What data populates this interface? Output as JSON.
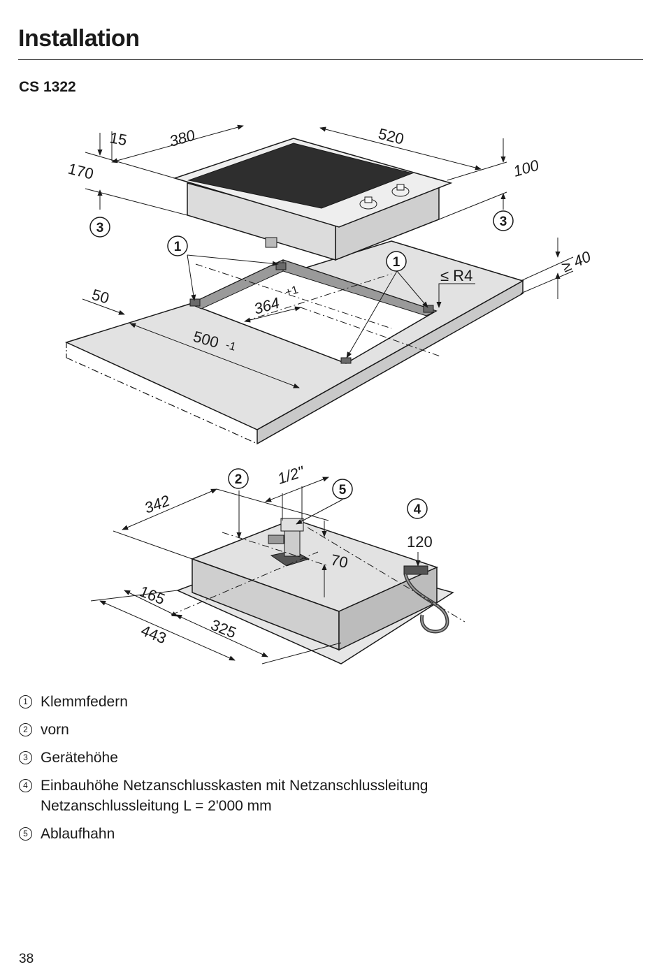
{
  "header": {
    "title": "Installation",
    "model": "CS 1322"
  },
  "figure_top": {
    "dims": {
      "d380": "380",
      "d520": "520",
      "d15": "15",
      "d170": "170",
      "d100": "100",
      "d50": "50",
      "d364": "364",
      "d500": "500",
      "d40": "≥ 40",
      "r4": "≤ R4",
      "tol": "+1",
      "tol2": "-1"
    },
    "callouts": {
      "c1": "1",
      "c3": "3"
    }
  },
  "figure_bottom": {
    "dims": {
      "d342": "342",
      "d12": "1/2\"",
      "d70": "70",
      "d120": "120",
      "d165": "165",
      "d443": "443",
      "d325": "325"
    },
    "callouts": {
      "c2": "2",
      "c4": "4",
      "c5": "5"
    }
  },
  "legend": [
    {
      "num": "1",
      "lines": [
        "Klemmfedern"
      ]
    },
    {
      "num": "2",
      "lines": [
        "vorn"
      ]
    },
    {
      "num": "3",
      "lines": [
        "Gerätehöhe"
      ]
    },
    {
      "num": "4",
      "lines": [
        "Einbauhöhe Netzanschlusskasten mit Netzanschlussleitung",
        "Netzanschlussleitung L = 2'000 mm"
      ]
    },
    {
      "num": "5",
      "lines": [
        "Ablaufhahn"
      ]
    }
  ],
  "footer": {
    "page_number": "38"
  }
}
